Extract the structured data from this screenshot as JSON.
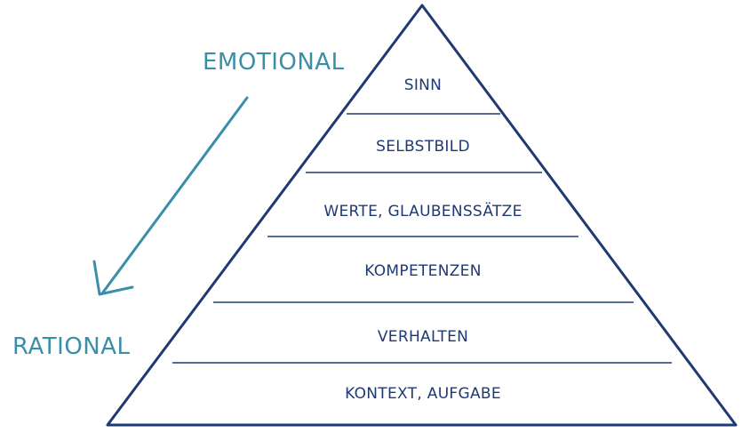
{
  "diagram": {
    "axis": {
      "top_label": "EMOTIONAL",
      "bottom_label": "RATIONAL"
    },
    "levels": [
      {
        "label": "SINN"
      },
      {
        "label": "SELBSTBILD"
      },
      {
        "label": "WERTE, GLAUBENSSÄTZE"
      },
      {
        "label": "KOMPETENZEN"
      },
      {
        "label": "VERHALTEN"
      },
      {
        "label": "KONTEXT, AUFGABE"
      }
    ]
  },
  "colors": {
    "pyramid_ink": "#1f3a72",
    "accent_teal": "#3a8fa8"
  }
}
